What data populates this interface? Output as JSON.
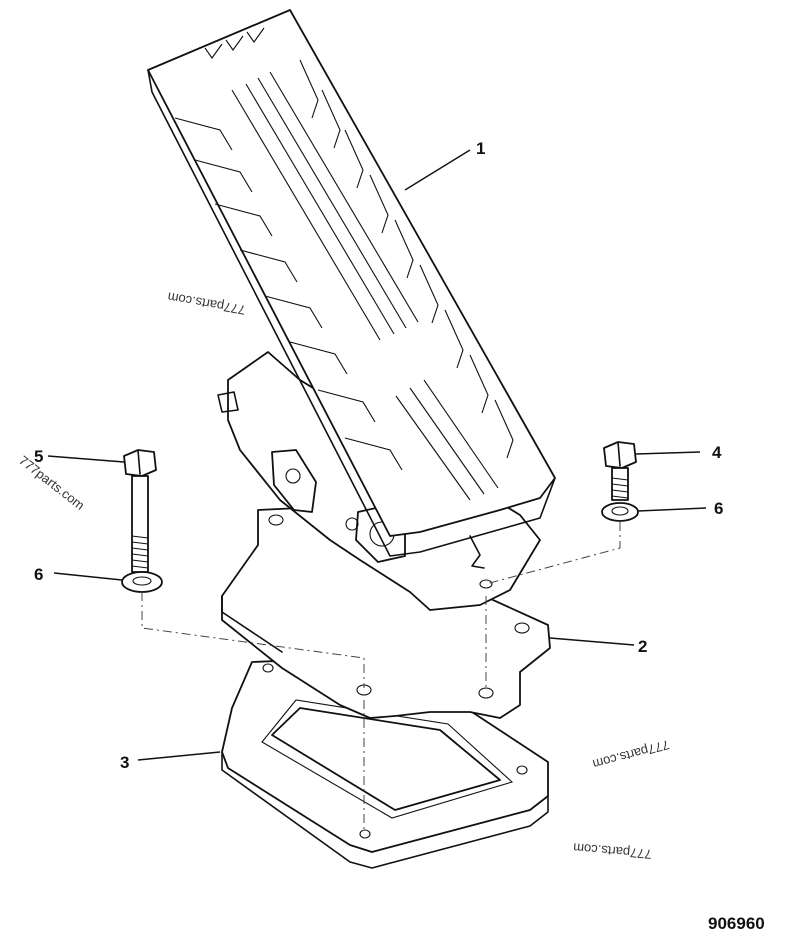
{
  "callouts": {
    "part_1": "1",
    "part_2": "2",
    "part_3": "3",
    "part_4": "4",
    "part_5": "5",
    "part_6_left": "6",
    "part_6_right": "6"
  },
  "drawing_number": "906960",
  "watermarks": [
    "777parts.com",
    "777parts.com",
    "777parts.com",
    "777parts.com"
  ]
}
